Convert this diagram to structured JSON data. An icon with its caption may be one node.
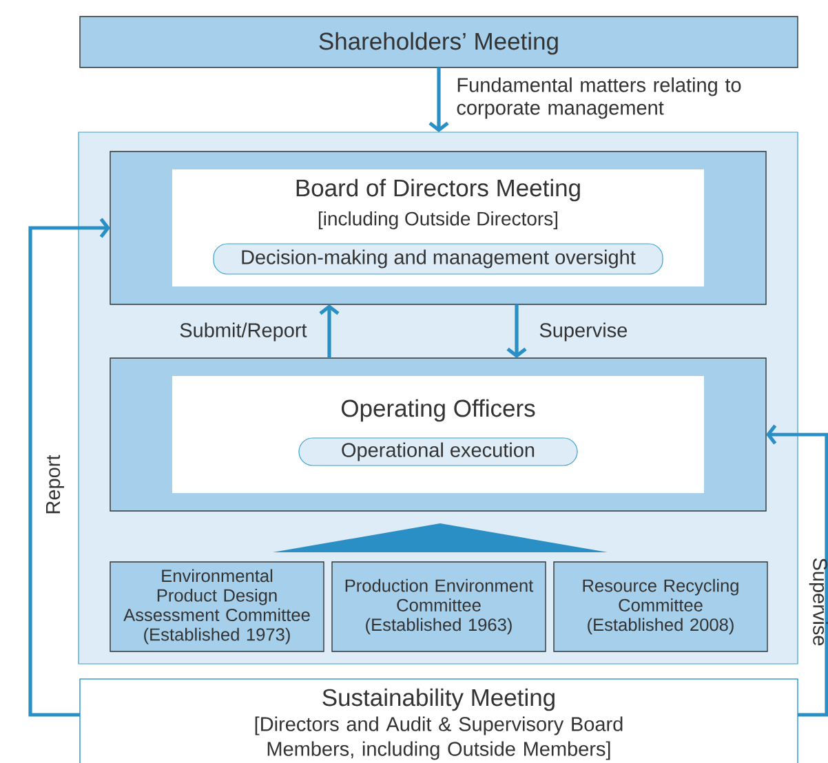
{
  "diagram": {
    "nodes": [
      {
        "text": [
          "Shareholders’ Meeting"
        ]
      },
      {
        "text": [],
        "shape": "box"
      },
      {
        "text": [
          "Board of Directors Meeting",
          "[including Outside Directors]"
        ],
        "in": 1
      },
      {
        "text": [
          "Decision-making and management oversight"
        ],
        "in": 2
      },
      {
        "text": [
          "Operating Officers"
        ],
        "in": 1
      },
      {
        "text": [
          "Operational execution"
        ],
        "in": 4
      },
      {
        "text": [],
        "shape": "triangle",
        "in": 1
      },
      {
        "text": [
          "Environmental Product Design Assessment Committee",
          "(Established 1973)"
        ],
        "in": 1
      },
      {
        "text": [
          "Production Environment Committee",
          "(Established 1963)"
        ],
        "in": 1
      },
      {
        "text": [
          "Resource Recycling Committee",
          "(Established 2008)"
        ],
        "in": 1
      },
      {
        "text": [
          "Sustainability Meeting",
          "[Directors and Audit & Supervisory Board Members, including Outside Members]"
        ]
      }
    ],
    "edges": [
      {
        "from": 0,
        "to": 1,
        "arrow": "to",
        "label": "Fundamental matters relating to corporate management"
      },
      {
        "from": 4,
        "to": 2,
        "arrow": "to",
        "label": "Submit/Report"
      },
      {
        "from": 2,
        "to": 4,
        "arrow": "to",
        "label": "Supervise"
      },
      {
        "from": 10,
        "to": 2,
        "arrow": "to",
        "label": "Report"
      },
      {
        "from": 10,
        "to": 4,
        "arrow": "to",
        "label": "Supervise"
      }
    ]
  }
}
